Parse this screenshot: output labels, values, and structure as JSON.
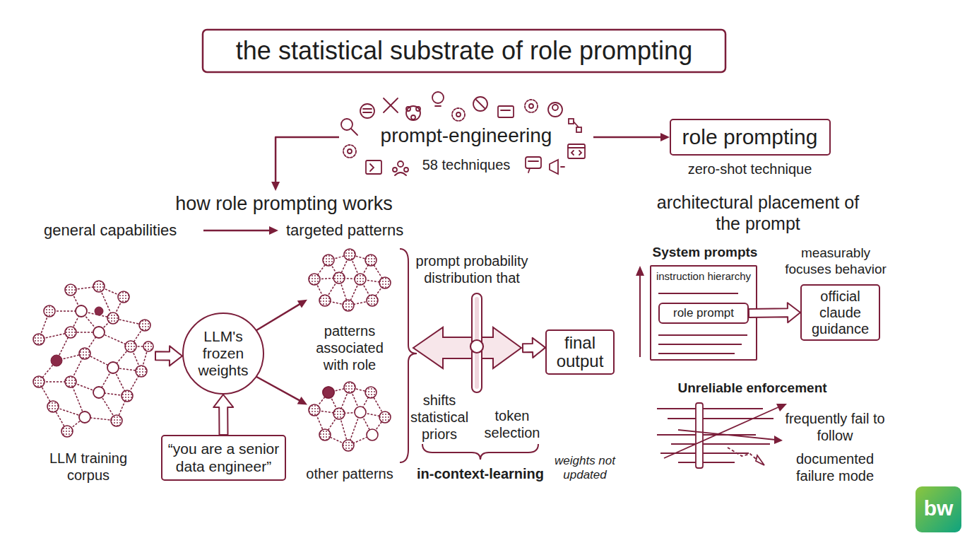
{
  "diagram": {
    "title": "the statistical substrate of role prompting",
    "nodes": [
      {
        "text": [
          "prompt-engineering",
          "58 techniques"
        ]
      },
      {
        "text": [
          "role prompting",
          "zero-shot technique"
        ]
      },
      {
        "text": [
          "how role prompting works"
        ]
      },
      {
        "text": [
          "LLM training corpus"
        ]
      },
      {
        "text": [
          "LLM's frozen weights"
        ]
      },
      {
        "text": [
          "“you are a senior data engineer”"
        ]
      },
      {
        "text": [
          "patterns associated with role"
        ]
      },
      {
        "text": [
          "other patterns"
        ]
      },
      {
        "text": [
          "prompt probability distribution that",
          "shifts statistical priors",
          "token selection"
        ]
      },
      {
        "text": [
          "final output"
        ]
      },
      {
        "text": [
          "System prompts",
          "instruction hierarchy"
        ]
      },
      {
        "text": [
          "role prompt"
        ],
        "in": 10
      },
      {
        "text": [
          "official claude guidance"
        ]
      }
    ],
    "edges": [
      {
        "from": 0,
        "to": 1,
        "arrow": "to"
      },
      {
        "from": 0,
        "to": 2,
        "arrow": "to"
      },
      {
        "from": 3,
        "to": 4,
        "arrow": "to"
      },
      {
        "from": 5,
        "to": 4,
        "arrow": "to"
      },
      {
        "from": 4,
        "to": 6,
        "arrow": "to"
      },
      {
        "from": 4,
        "to": 7,
        "arrow": "to"
      },
      {
        "from": 8,
        "to": 9,
        "arrow": "to"
      },
      {
        "from": 11,
        "to": 12,
        "label": "measurably focuses behavior",
        "arrow": "to"
      }
    ],
    "labels": [
      "general capabilities",
      "targeted patterns",
      "in-context-learning",
      "weights not updated",
      "architectural placement of the prompt",
      "Unreliable enforcement",
      "frequently fail to follow",
      "documented failure mode",
      "bw"
    ]
  }
}
